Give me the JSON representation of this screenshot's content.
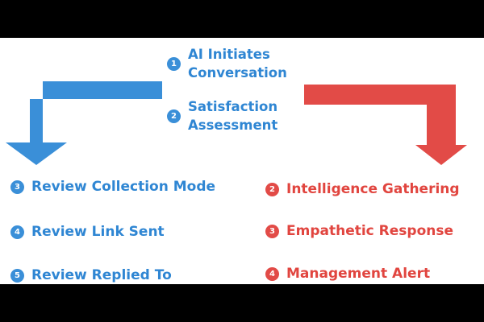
{
  "colors": {
    "blue": "#3a8fd8",
    "red": "#e24b47"
  },
  "center_steps": [
    {
      "num": "1",
      "label": "AI Initiates\nConversation"
    },
    {
      "num": "2",
      "label": "Satisfaction\nAssessment"
    }
  ],
  "left_branch": [
    {
      "num": "3",
      "label": "Review Collection Mode"
    },
    {
      "num": "4",
      "label": "Review Link Sent"
    },
    {
      "num": "5",
      "label": "Review Replied To"
    }
  ],
  "right_branch": [
    {
      "num": "2",
      "label": "Intelligence Gathering"
    },
    {
      "num": "3",
      "label": "Empathetic Response"
    },
    {
      "num": "4",
      "label": "Management Alert"
    }
  ]
}
